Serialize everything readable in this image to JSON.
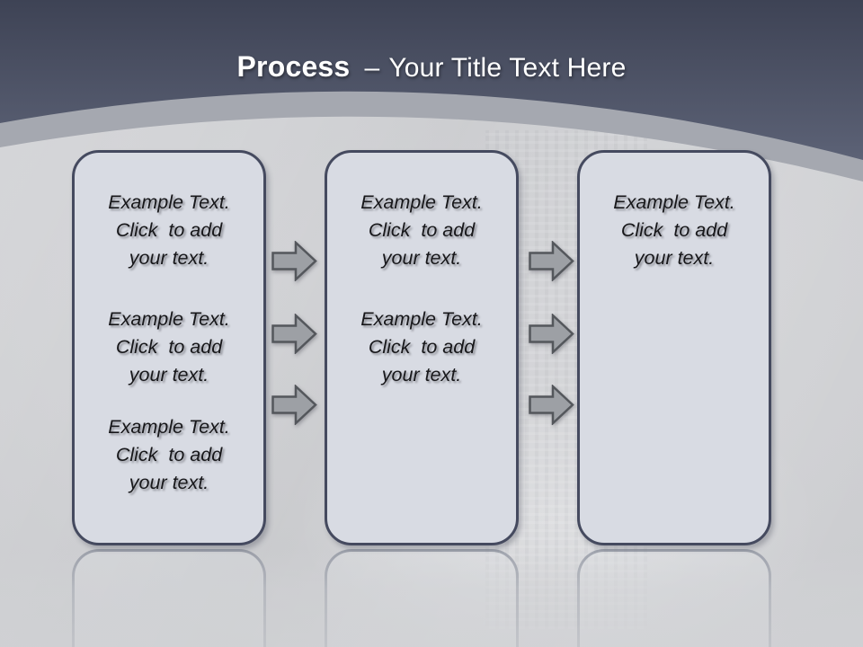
{
  "slide": {
    "title": {
      "keyword": "Process",
      "separator": "–",
      "text": "Your Title Text Here"
    },
    "columns": [
      {
        "id": "step-1",
        "blocks": [
          "Example Text.\nClick  to add\nyour text.",
          "Example Text.\nClick  to add\nyour text.",
          "Example Text.\nClick  to add\nyour text."
        ]
      },
      {
        "id": "step-2",
        "blocks": [
          "Example Text.\nClick  to add\nyour text.",
          "Example Text.\nClick  to add\nyour text."
        ]
      },
      {
        "id": "step-3",
        "blocks": [
          "Example Text.\nClick  to add\nyour text."
        ]
      }
    ],
    "arrows": {
      "direction": "right",
      "between_step_1_and_2": 3,
      "between_step_2_and_3": 3
    },
    "colors": {
      "header_top": "#3e4355",
      "header_bottom": "#5c6276",
      "arc_band": "#a5a8b0",
      "body_background": "#d2d3d6",
      "box_fill": "#d8dbe3",
      "box_border": "#454a5f",
      "arrow_fill": "#9da0a5",
      "arrow_stroke": "#54575c",
      "title_text": "#ffffff",
      "body_text": "#17171a"
    }
  }
}
